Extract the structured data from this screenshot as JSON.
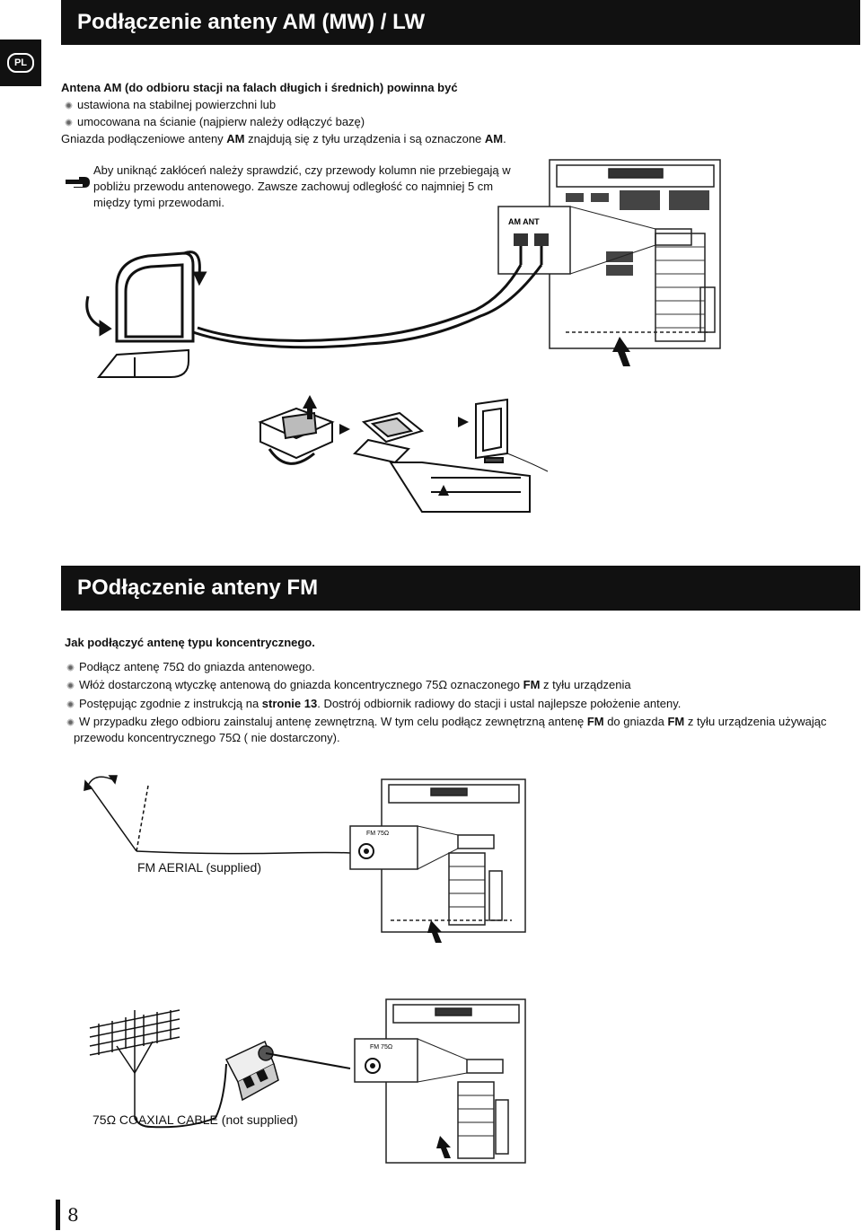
{
  "am": {
    "title": "Podłączenie anteny AM (MW) / LW",
    "intro": "Antena AM (do odbioru stacji na falach długich i średnich) powinna być",
    "bullet1": "ustawiona na stabilnej powierzchni lub",
    "bullet2": "umocowana na ścianie (najpierw należy odłączyć bazę)",
    "sockets_pre": "Gniazda podłączeniowe anteny ",
    "sockets_bold1": "AM",
    "sockets_mid": " znajdują się z tyłu urządzenia i są oznaczone ",
    "sockets_bold2": "AM",
    "sockets_end": ".",
    "note_line1": "Aby uniknąć zakłóceń należy sprawdzić, czy przewody kolumn nie przebiegają w",
    "note_line2": "pobliżu przewodu antenowego. Zawsze zachowuj odległość co najmniej 5 cm",
    "note_line3": "między tymi przewodami.",
    "socket_label": "AM ANT"
  },
  "lang": "PL",
  "fm": {
    "title": "POdłączenie anteny FM",
    "subtitle": "Jak podłączyć antenę typu koncentrycznego.",
    "b1": "Podłącz antenę 75Ω do gniazda antenowego.",
    "b2_pre": "Włóż dostarczoną wtyczkę antenową do gniazda koncentrycznego 75Ω oznaczonego ",
    "b2_bold": "FM",
    "b2_end": " z tyłu urządzenia",
    "b3_pre": "Postępując zgodnie z instrukcją na ",
    "b3_bold": "stronie 13",
    "b3_end": ". Dostrój odbiornik radiowy do stacji i ustal najlepsze położenie anteny.",
    "b4_pre": "W przypadku złego odbioru zainstaluj antenę zewnętrzną. W tym celu podłącz zewnętrzną antenę ",
    "b4_bold1": "FM",
    "b4_mid": " do gniazda ",
    "b4_bold2": "FM",
    "b4_end": " z tyłu urządzenia używając",
    "b4_line2": "przewodu koncentrycznego 75Ω ( nie dostarczony).",
    "aerial_label": "FM AERIAL (supplied)",
    "coax_label": "75Ω COAXIAL CABLE (not supplied)",
    "socket_label": "FM 75Ω"
  },
  "page_number": "8"
}
